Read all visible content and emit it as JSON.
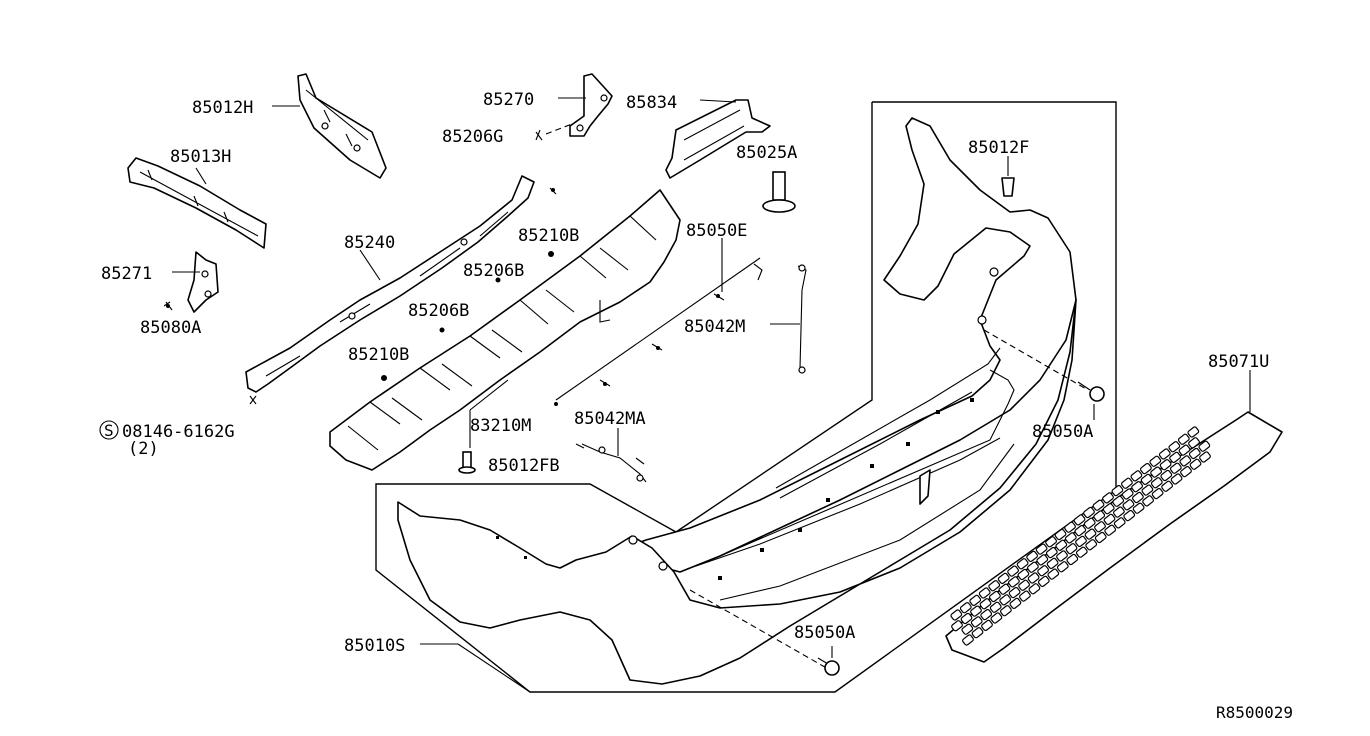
{
  "parts": {
    "p85012H": "85012H",
    "p85013H": "85013H",
    "p85271": "85271",
    "p85080A": "85080A",
    "p85270": "85270",
    "p85206G": "85206G",
    "p85834": "85834",
    "p85025A": "85025A",
    "p85240": "85240",
    "p85210B_top": "85210B",
    "p85206B_top": "85206B",
    "p85206B_mid": "85206B",
    "p85210B_low": "85210B",
    "p85050E": "85050E",
    "p85042M": "85042M",
    "p85012F": "85012F",
    "p85071U": "85071U",
    "p85050A_right": "85050A",
    "p83210M": "83210M",
    "p85042MA": "85042MA",
    "p85012FB": "85012FB",
    "p85010S": "85010S",
    "p85050A_bottom": "85050A",
    "screw_part": "08146-6162G",
    "screw_qty": "(2)",
    "screw_symbol": "S"
  },
  "diagram_code": "R8500029"
}
